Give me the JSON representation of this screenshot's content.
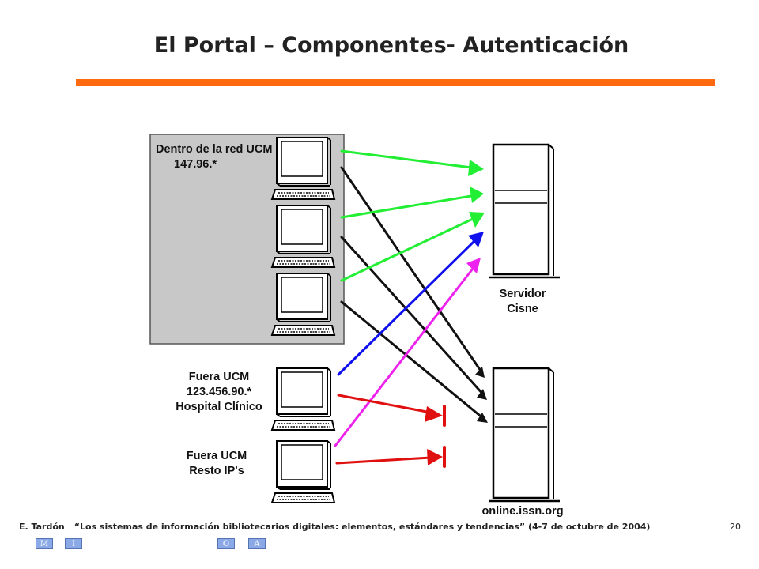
{
  "header": {
    "title": "El Portal – Componentes- Autenticación"
  },
  "diagram": {
    "ucm_net_label": [
      "Dentro de la red UCM",
      "147.96.*"
    ],
    "hospital_label": [
      "Fuera UCM",
      "123.456.90.*",
      "Hospital Clínico"
    ],
    "resto_label": [
      "Fuera UCM",
      "Resto IP's"
    ],
    "server1_label": [
      "Servidor",
      "Cisne"
    ],
    "server2_label": "online.issn.org",
    "colors": {
      "allowed": "#22ee33",
      "denied": "#e01010",
      "blue": "#1010ee",
      "magenta": "#ee22ee",
      "default": "#111111",
      "accent": "#ff6a10"
    }
  },
  "footer": {
    "author": "E. Tardón",
    "citation": "“Los sistemas de información bibliotecarios digitales: elementos, estándares y tendencias” (4-7 de octubre de 2004)",
    "page": "20"
  },
  "nav": {
    "m": "M",
    "i": "I",
    "o": "O",
    "a": "A"
  }
}
